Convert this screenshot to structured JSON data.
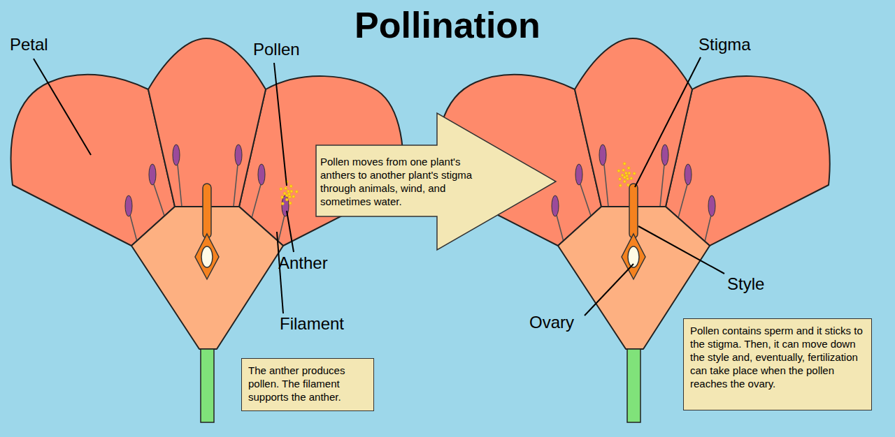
{
  "diagram": {
    "title": "Pollination",
    "nodes": [
      {
        "text": [
          "The anther produces pollen. The filament supports the anther."
        ]
      },
      {
        "text": [
          "Pollen moves from one plant's anthers to another plant's stigma through animals, wind, and sometimes water."
        ]
      },
      {
        "text": [
          "Pollen contains sperm and it sticks to the stigma. Then, it can move down the style and, eventually, fertilization can take place when the pollen reaches the ovary."
        ]
      }
    ],
    "labels": [
      "Petal",
      "Pollen",
      "Anther",
      "Filament",
      "Stigma",
      "Style",
      "Ovary"
    ]
  }
}
